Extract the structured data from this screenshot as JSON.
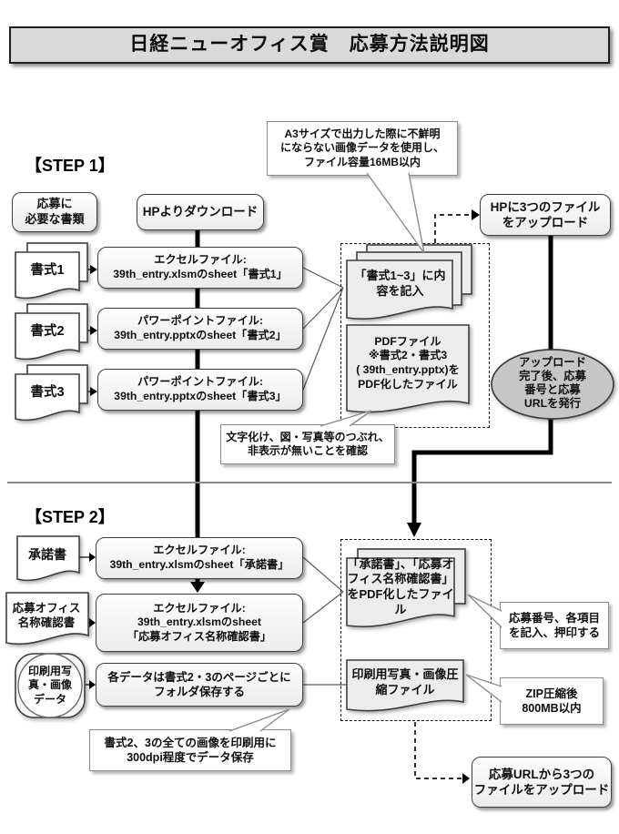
{
  "title": "日経ニューオフィス賞　応募方法説明図",
  "step1": {
    "label": "【STEP 1】",
    "required_docs": "応募に\n必要な書類",
    "download": "HPよりダウンロード",
    "note_image_quality": "A3サイズで出力した際に不鮮明\nにならない画像データを使用し、\nファイル容量16MB以内",
    "upload": "HPに3つのファイル\nをアップロード",
    "rows": [
      {
        "doc": "書式1",
        "process": "エクセルファイル:\n39th_entry.xlsmのsheet「書式1」"
      },
      {
        "doc": "書式2",
        "process": "パワーポイントファイル:\n39th_entry.pptxのsheet「書式2」"
      },
      {
        "doc": "書式3",
        "process": "パワーポイントファイル:\n39th_entry.pptxのsheet「書式3」"
      }
    ],
    "fill_forms": "「書式1~3」に内\n容を記入",
    "pdf_file": "PDFファイル\n※書式2・書式3\n( 39th_entry.pptx)を\nPDF化したファイル",
    "issue_number": "アップロード\n完了後、応募\n番号と応募\nURLを発行",
    "note_check": "文字化け、図・写真等のつぶれ、\n非表示が無いことを確認"
  },
  "step2": {
    "label": "【STEP 2】",
    "rows": [
      {
        "doc": "承諾書",
        "process": "エクセルファイル:\n39th_entry.xlsmのsheet「承諾書」"
      },
      {
        "doc": "応募オフィス\n名称確認書",
        "process": "エクセルファイル:\n39th_entry.xlsmのsheet\n「応募オフィス名称確認書」"
      },
      {
        "doc": "印刷用写\n真・画像\nデータ",
        "process": "各データは書式2・3のページごとに\nフォルダ保存する"
      }
    ],
    "pdf_file": "「承諾書」、「応募オ\nフィス名称確認書」\nをPDF化したファイル",
    "note_stamp": "応募番号、各項目\nを記入、押印する",
    "zip_file": "印刷用写真・画像圧\n縮ファイル",
    "note_zip": "ZIP圧縮後\n800MB以内",
    "note_dpi": "書式2、3の全ての画像を印刷用に\n300dpi程度でデータ保存",
    "upload": "応募URLから3つの\nファイルをアップロード"
  },
  "colors": {
    "title_bg": "#d9d9d9",
    "shape_fill": "#ececec",
    "ellipse_fill": "#c6c6c6",
    "line": "#000000"
  }
}
